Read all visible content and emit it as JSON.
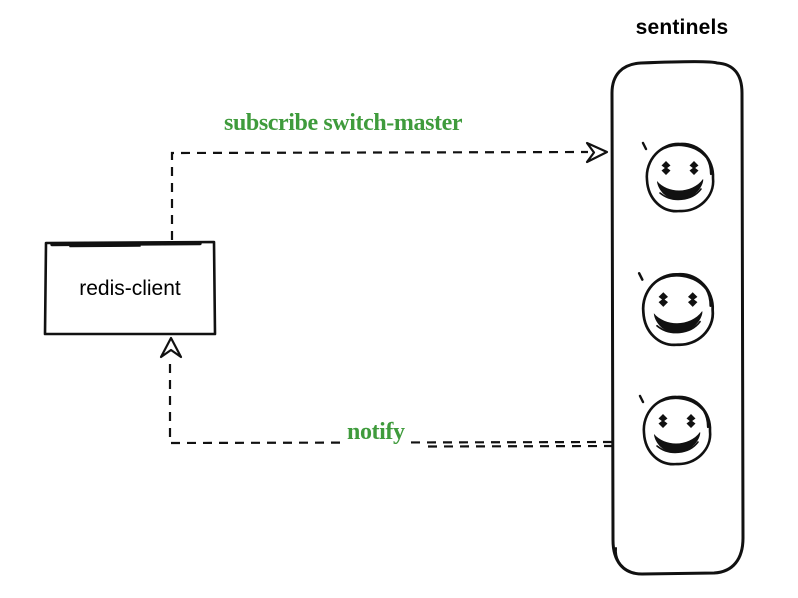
{
  "diagram": {
    "type": "architecture-sketch",
    "title": "sentinels",
    "client": {
      "label": "redis-client"
    },
    "arrows": {
      "subscribe": {
        "label": "subscribe switch-master",
        "from": "redis-client",
        "to": "sentinels",
        "style": "dashed"
      },
      "notify": {
        "label": "notify",
        "from": "sentinels",
        "to": "redis-client",
        "style": "dashed"
      }
    },
    "sentinels": {
      "count": 3,
      "icon": "smiley-face-icon"
    },
    "colors": {
      "label_green": "#3f9b3c",
      "stroke_black": "#111111",
      "background": "#ffffff"
    }
  }
}
